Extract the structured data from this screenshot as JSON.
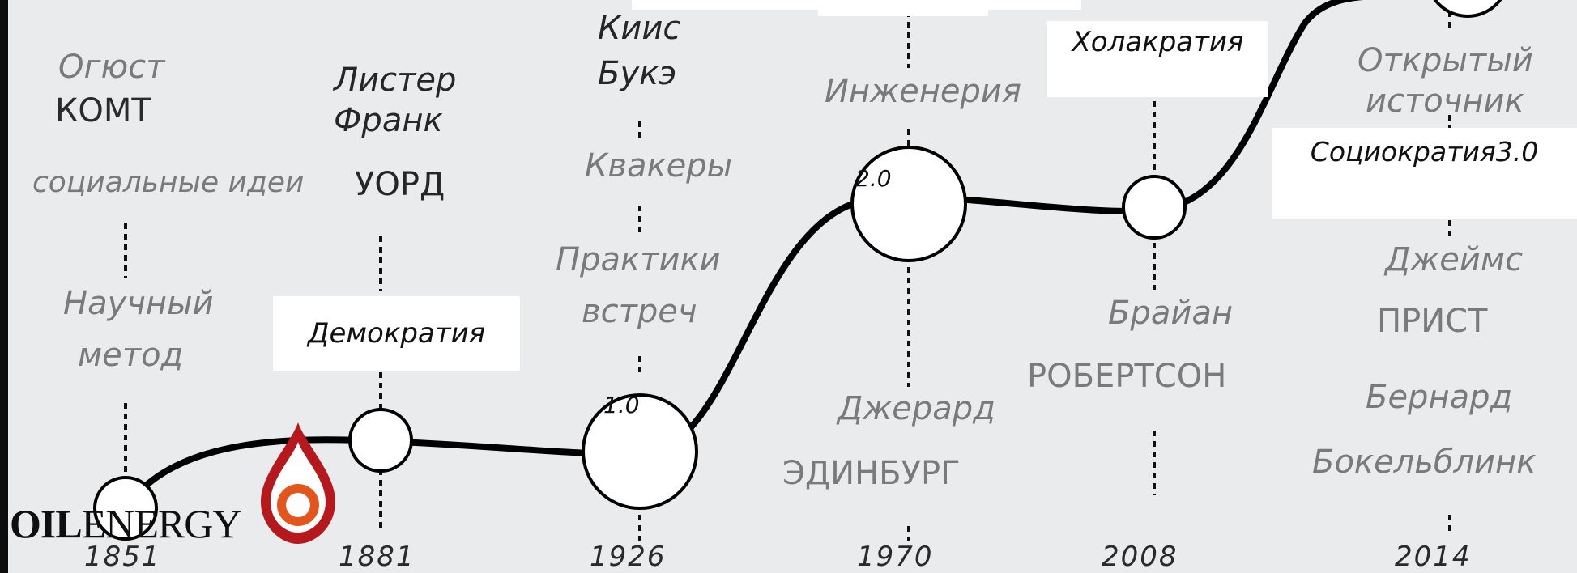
{
  "timeline": [
    {
      "year": "1851",
      "top_lines": [
        "Огюст",
        "КОМТ"
      ],
      "middle": "социальные идеи",
      "bottom_lines": [
        "Научный",
        "метод"
      ]
    },
    {
      "year": "1881",
      "top_lines": [
        "Листер",
        "Франк"
      ],
      "middle": "УОРД",
      "boxed": "Демократия"
    },
    {
      "year": "1926",
      "top_lines": [
        "Киис",
        "Букэ"
      ],
      "middle": "Квакеры",
      "bottom_lines": [
        "Практики",
        "встреч"
      ],
      "version": "1.0"
    },
    {
      "year": "1970",
      "top_lines": [
        "Инженерия"
      ],
      "bottom_lines": [
        "Джерард",
        "ЭДИНБУРГ"
      ],
      "version": "2.0"
    },
    {
      "year": "2008",
      "boxed": "Холакратия",
      "bottom_lines": [
        "Брайан",
        "РОБЕРТСОН"
      ]
    },
    {
      "year": "2014",
      "top_lines": [
        "Открытый",
        "источник"
      ],
      "boxed": "Социократия3.0",
      "bottom_lines": [
        "Джеймс",
        "ПРИСТ",
        "Бернард",
        "Бокельблинк"
      ]
    }
  ],
  "logo": {
    "strong": "OIL",
    "light": "ENERGY"
  },
  "colors": {
    "background": "#eaebed",
    "line": "#000000",
    "logo_orange": "#e2561d",
    "logo_red": "#b5191e"
  }
}
